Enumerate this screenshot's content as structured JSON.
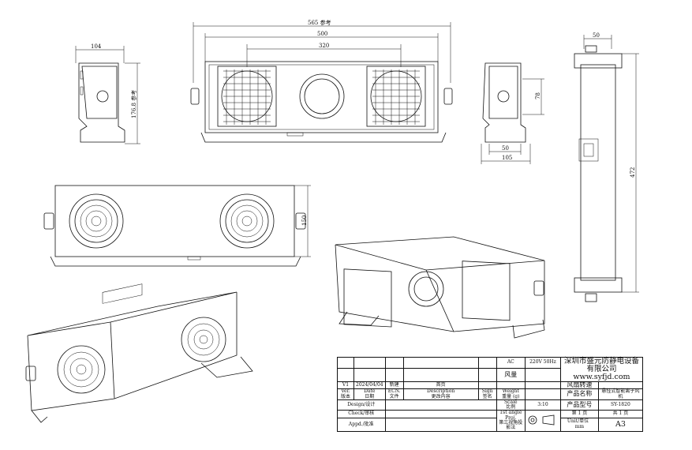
{
  "dimensions": {
    "overall_width": "565 参考",
    "body_width": "500",
    "fan_spacing": "320",
    "side_depth": "104",
    "side_height": "176.8 参考",
    "bracket_height": "78",
    "bracket_base": "50",
    "bracket_total": "105",
    "top_depth": "50",
    "top_length": "472",
    "front_height": "150"
  },
  "title_block": {
    "company": "深圳市盛元防静电设备有限公司",
    "website": "www.syfjd.com",
    "ac_label": "AC",
    "voltage": "220V 50Hz",
    "wind_label": "风量",
    "wind_adjust": "风扇转速",
    "weight_label": "Weight\n重量 (g)",
    "product_name_label": "产品名称",
    "product_name": "悬挂式智能离子风机",
    "scale_label": "Scale\n比例",
    "scale": "3:10",
    "model_label": "产品型号",
    "model": "SY-1820",
    "projection_label": "1st angle Proj.\n第三视角投影法",
    "sheet_label": "第 1 页",
    "total_label": "共 1 页",
    "unit_label": "Unit/单位",
    "unit": "mm",
    "paper": "A3",
    "design_label": "Design/设计",
    "check_label": "Check/审核",
    "appd_label": "Appd./批准",
    "rev_row": [
      "V1",
      "2024/04/04",
      "新建",
      "",
      "首页",
      ""
    ],
    "header_row": [
      "Ver.\n版本",
      "Date\n日期",
      "ECN.\n文件",
      "Description\n更改内容",
      "Sign\n签名"
    ]
  }
}
